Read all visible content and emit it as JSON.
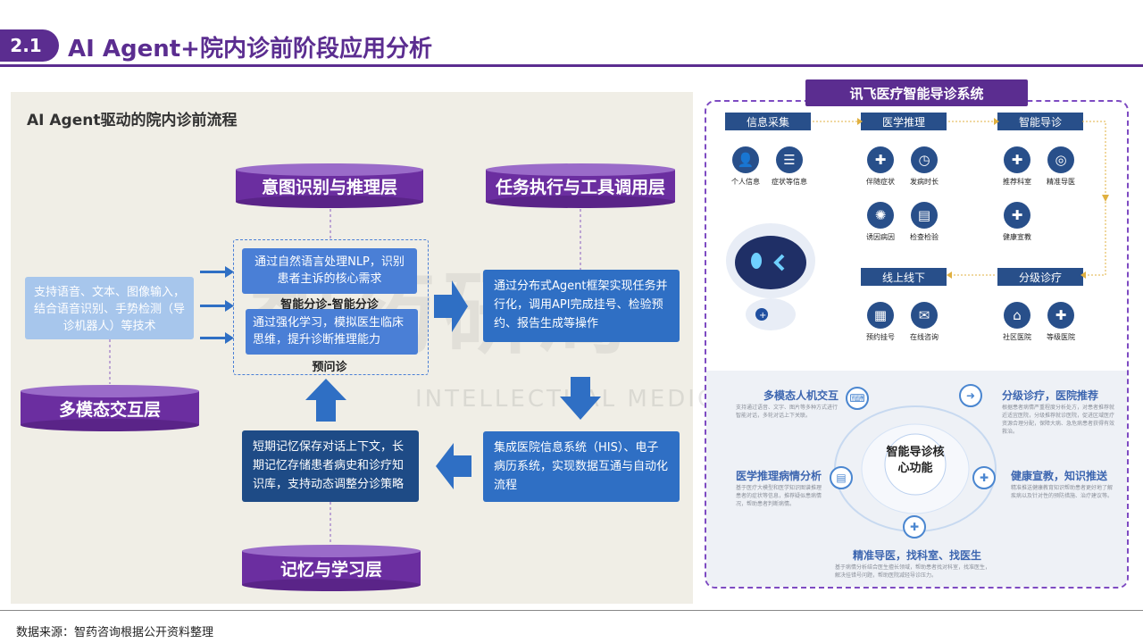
{
  "header": {
    "section_no": "2.1",
    "title": "AI Agent+院内诊前阶段应用分析"
  },
  "left": {
    "title": "AI Agent驱动的院内诊前流程",
    "layers": {
      "intent": "意图识别与推理层",
      "task": "任务执行与工具调用层",
      "multimodal": "多模态交互层",
      "memory": "记忆与学习层"
    },
    "input_box": "支持语音、文本、图像输入，结合语音识别、手势检测（导诊机器人）等技术",
    "nlp_box": "通过自然语言处理NLP，识别患者主诉的核心需求",
    "nlp_label": "智能分诊-智能分诊",
    "rl_box": "通过强化学习，模拟医生临床思维，提升诊断推理能力",
    "rl_label": "预问诊",
    "task_box": "通过分布式Agent框架实现任务并行化，调用API完成挂号、检验预约、报告生成等操作",
    "his_box": "集成医院信息系统（HIS）、电子病历系统，实现数据互通与自动化流程",
    "memory_box": "短期记忆保存对话上下文，长期记忆存储患者病史和诊疗知识库，支持动态调整分诊策略"
  },
  "right": {
    "title": "讯飞医疗智能导诊系统",
    "heads": [
      "信息采集",
      "医学推理",
      "智能导诊",
      "线上线下",
      "分级诊疗"
    ],
    "icons": [
      {
        "label": "个人信息",
        "icon": "id-card-icon",
        "glyph": "👤"
      },
      {
        "label": "症状等信息",
        "icon": "list-icon",
        "glyph": "☰"
      },
      {
        "label": "伴随症状",
        "icon": "plus-doc-icon",
        "glyph": "✚"
      },
      {
        "label": "发病时长",
        "icon": "clock-icon",
        "glyph": "◷"
      },
      {
        "label": "诱因病因",
        "icon": "virus-icon",
        "glyph": "✺"
      },
      {
        "label": "检查检验",
        "icon": "report-icon",
        "glyph": "▤"
      },
      {
        "label": "推荐科室",
        "icon": "bookmark-icon",
        "glyph": "✚"
      },
      {
        "label": "精准导医",
        "icon": "target-icon",
        "glyph": "◎"
      },
      {
        "label": "健康宣教",
        "icon": "book-icon",
        "glyph": "✚"
      },
      {
        "label": "预约挂号",
        "icon": "calendar-icon",
        "glyph": "▦"
      },
      {
        "label": "在线咨询",
        "icon": "chat-icon",
        "glyph": "✉"
      },
      {
        "label": "社区医院",
        "icon": "home-icon",
        "glyph": "⌂"
      },
      {
        "label": "等级医院",
        "icon": "hospital-icon",
        "glyph": "✚"
      }
    ],
    "center": "智能导诊核心功能",
    "features": [
      {
        "title": "多模态人机交互",
        "desc": "支持通过语音、文字、图片等多种方式进行智能对话，多轮对话上下关联。"
      },
      {
        "title": "分级诊疗，医院推荐",
        "desc": "根据患者病情严重程度分析处方，对患者推荐就近适宜医院，分级推荐就诊医院，促进区域医疗资源合理分配，保障大病、急危病患者获得有效救治。"
      },
      {
        "title": "医学推理病情分析",
        "desc": "基于医疗大模型和医学知识图谱推理患者的症状等信息，推荐疑似患病情况，帮助患者判断病情。"
      },
      {
        "title": "健康宣教，知识推送",
        "desc": "精准推送健康教育知识帮助患者更好地了解疾病以及针对性的预防措施、治疗建议等。"
      },
      {
        "title": "精准导医，找科室、找医生",
        "desc": "基于病情分析结合医生擅长领域，帮助患者找对科室，找准医生，解决挂错号问题，帮助医院减轻导诊压力。"
      }
    ]
  },
  "watermark": {
    "cn": "智药研局",
    "en": "INTELLECTUAL MEDICINE"
  },
  "footer": "数据来源：智药咨询根据公开资料整理",
  "colors": {
    "purple": "#5b2d90",
    "blue": "#2f6fc4",
    "navy": "#1e4b86"
  }
}
